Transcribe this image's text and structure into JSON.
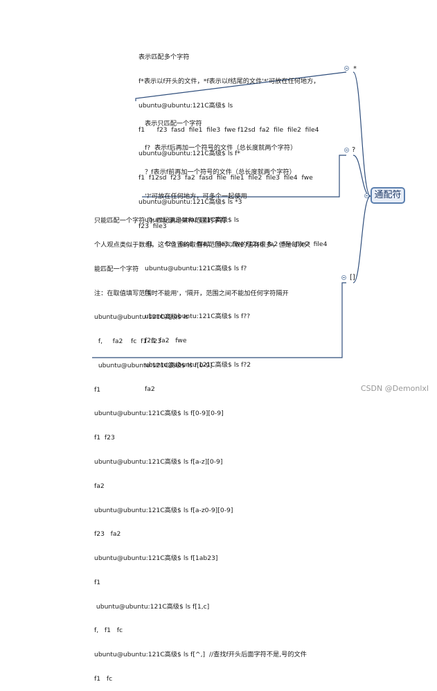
{
  "root": {
    "label": "通配符"
  },
  "branches": [
    {
      "key": "star",
      "label": "*",
      "lines": [
        "表示匹配多个字符",
        "f*表示以f开头的文件，*f表示以f结尾的文件'*'可放在任何地方，",
        "ubuntu@ubuntu:121C高级$ ls",
        "f1      f23  fasd  file1  file3  fwe f12sd  fa2  file  file2  file4",
        "ubuntu@ubuntu:121C高级$ ls f*",
        "f1  f12sd  f23  fa2  fasd  file  file1  file2  file3  file4  fwe",
        "ubuntu@ubuntu:121C高级$ ls *3",
        "f23  file3"
      ]
    },
    {
      "key": "question",
      "label": "?",
      "lines": [
        "表示只匹配一个字符",
        "f?  表示f后再加一个符号的文件（总长度就两个字符）",
        "？f表示f前再加一个符号的文件（总长度就两个字符）",
        "'?'可放在任何地方，可多个一起使用",
        "ubuntu@ubuntu:121C高级$ ls",
        " f1      f23  fasd  file1  file3  fwe f12sd  fa2  file  file2  file4",
        "ubuntu@ubuntu:121C高级$ ls f?",
        "f1",
        "ubuntu@ubuntu:121C高级$ ls f??",
        "f23  fa2   fwe",
        "ubuntu@ubuntu:121C高级$ ls f?2",
        "fa2"
      ]
    },
    {
      "key": "bracket",
      "label": "[]",
      "lines": [
        "只能匹配一个字符 []: 匹配满足某种范围的字符",
        "个人观点类似于数组，这个位置的取值有范围可以取的值有很多，但是每次只",
        "能匹配一个字符",
        "注：在取值填写范围时不能用'，'隔开，范围之间不能加任何字符隔开",
        "ubuntu@ubuntu:121C高级$ ls",
        "  f,     fa2    fc  f1  f23",
        "  ubuntu@ubuntu:121C高级$ ls f[0-9]",
        "f1",
        "ubuntu@ubuntu:121C高级$ ls f[0-9][0-9]",
        "f1  f23",
        "ubuntu@ubuntu:121C高级$ ls f[a-z][0-9]",
        "fa2",
        "ubuntu@ubuntu:121C高级$ ls f[a-z0-9][0-9]",
        "f23   fa2",
        "ubuntu@ubuntu:121C高级$ ls f[1ab23]",
        "f1",
        " ubuntu@ubuntu:121C高级$ ls f[1,c]",
        "f,   f1   fc",
        "ubuntu@ubuntu:121C高级$ ls f[^,]  //查找f开头后面字符不是,号的文件",
        "f1   fc"
      ]
    }
  ],
  "watermark": "CSDN @Demonlxl"
}
